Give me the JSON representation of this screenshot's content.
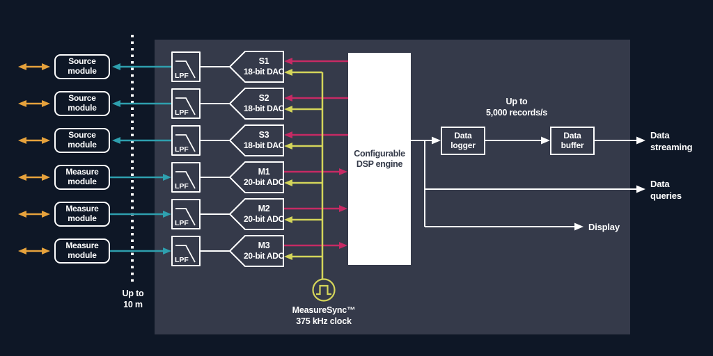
{
  "colors": {
    "background": "#0e1726",
    "panel": "#353a4a",
    "white": "#ffffff",
    "orange": "#e6a23c",
    "teal": "#2e9fae",
    "pink": "#c62a64",
    "yellow": "#d4d55a",
    "dsp_text": "#343a49"
  },
  "modules": [
    {
      "line1": "Source",
      "line2": "module"
    },
    {
      "line1": "Source",
      "line2": "module"
    },
    {
      "line1": "Source",
      "line2": "module"
    },
    {
      "line1": "Measure",
      "line2": "module"
    },
    {
      "line1": "Measure",
      "line2": "module"
    },
    {
      "line1": "Measure",
      "line2": "module"
    }
  ],
  "cable_note": {
    "line1": "Up to",
    "line2": "10 m"
  },
  "lpf_label": "LPF",
  "converters": [
    {
      "id": "S1",
      "desc": "18-bit DAC"
    },
    {
      "id": "S2",
      "desc": "18-bit DAC"
    },
    {
      "id": "S3",
      "desc": "18-bit DAC"
    },
    {
      "id": "M1",
      "desc": "20-bit ADC"
    },
    {
      "id": "M2",
      "desc": "20-bit ADC"
    },
    {
      "id": "M3",
      "desc": "20-bit ADC"
    }
  ],
  "dsp": {
    "line1": "Configurable",
    "line2": "DSP engine"
  },
  "clock": {
    "line1": "MeasureSync™",
    "line2": "375 kHz clock"
  },
  "throughput": {
    "line1": "Up to",
    "line2": "5,000 records/s"
  },
  "logger": {
    "line1": "Data",
    "line2": "logger"
  },
  "buffer": {
    "line1": "Data",
    "line2": "buffer"
  },
  "outputs": {
    "streaming": {
      "line1": "Data",
      "line2": "streaming"
    },
    "queries": {
      "line1": "Data",
      "line2": "queries"
    },
    "display": "Display"
  }
}
